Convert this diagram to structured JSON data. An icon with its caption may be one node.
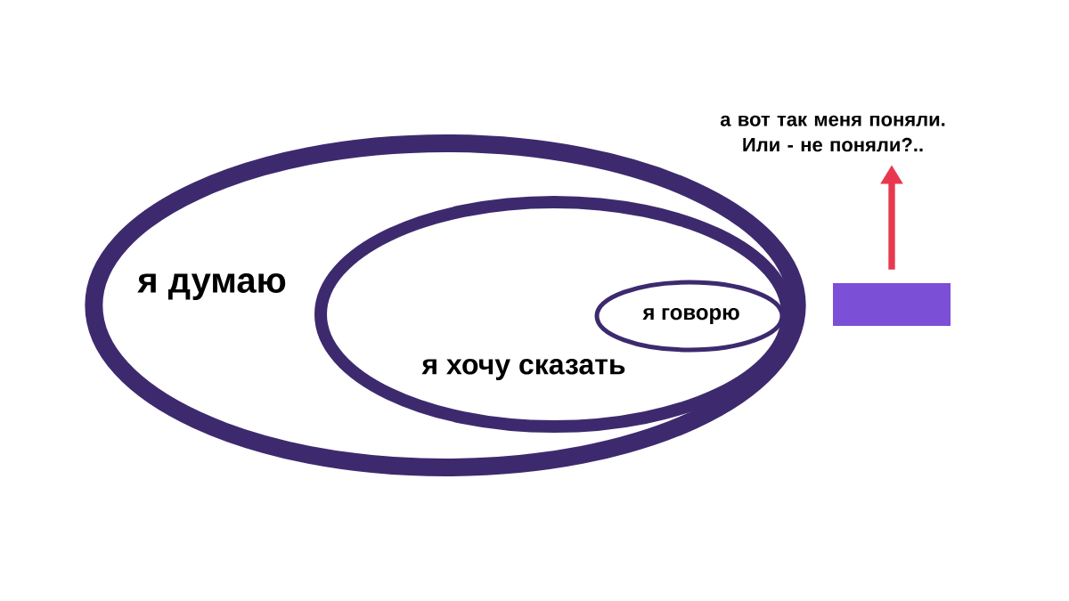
{
  "diagram": {
    "nodes": [
      {
        "text": [
          "я думаю"
        ]
      },
      {
        "text": [
          "я хочу сказать"
        ],
        "in": 0
      },
      {
        "text": [
          "я говорю"
        ],
        "in": 1
      },
      {
        "text": [],
        "shape": "box"
      },
      {
        "text": [
          "а вот так меня поняли. Или - не поняли?.."
        ]
      }
    ],
    "edges": [
      {
        "from": 3,
        "to": 4,
        "arrow": "to",
        "color": "#e8384f"
      }
    ]
  }
}
